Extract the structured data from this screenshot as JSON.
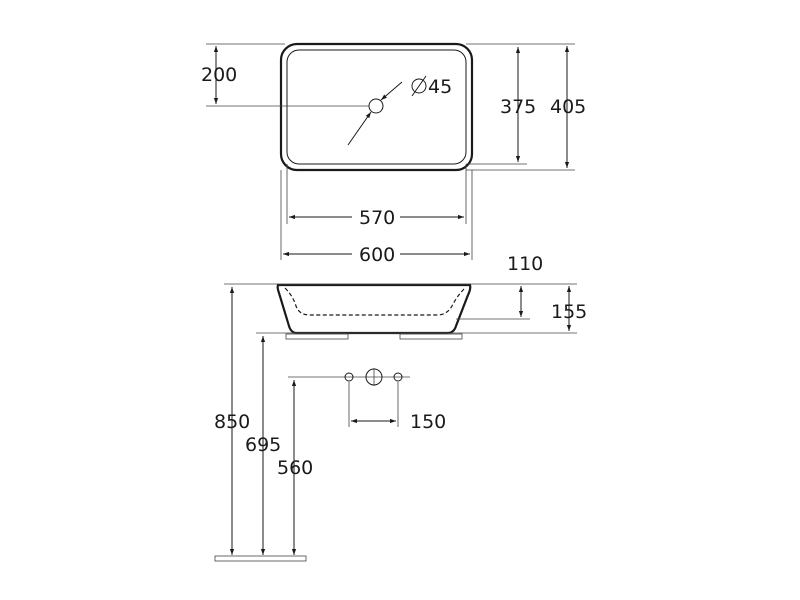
{
  "dimensions": {
    "d200": "200",
    "d45": "45",
    "d375": "375",
    "d405": "405",
    "d570": "570",
    "d600": "600",
    "d110": "110",
    "d155": "155",
    "d150": "150",
    "d850": "850",
    "d695": "695",
    "d560": "560"
  },
  "colors": {
    "line": "#1a1a1a"
  }
}
